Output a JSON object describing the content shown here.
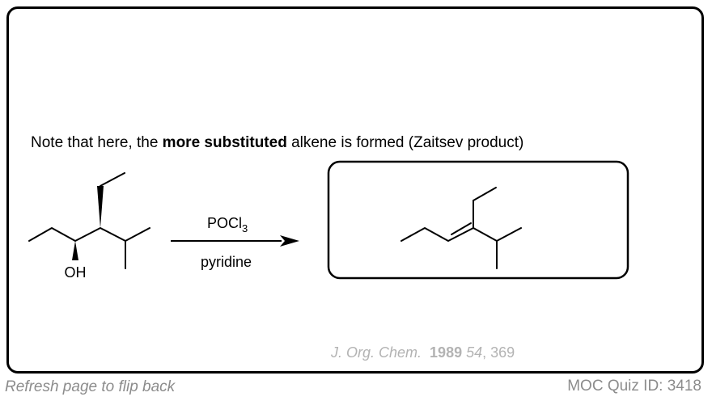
{
  "note": {
    "prefix": "Note that here, the ",
    "bold": "more substituted",
    "suffix": " alkene is formed (Zaitsev product)"
  },
  "reaction": {
    "reagent_main": "POCl",
    "reagent_subscript": "3",
    "conditions": "pyridine",
    "reactant_label": "OH"
  },
  "citation": {
    "journal": "J. Org. Chem.",
    "year": "1989",
    "volume": "54",
    "pages": ", 369"
  },
  "footer": {
    "left": "Refresh page to flip back",
    "right": "MOC Quiz ID: 3418"
  }
}
